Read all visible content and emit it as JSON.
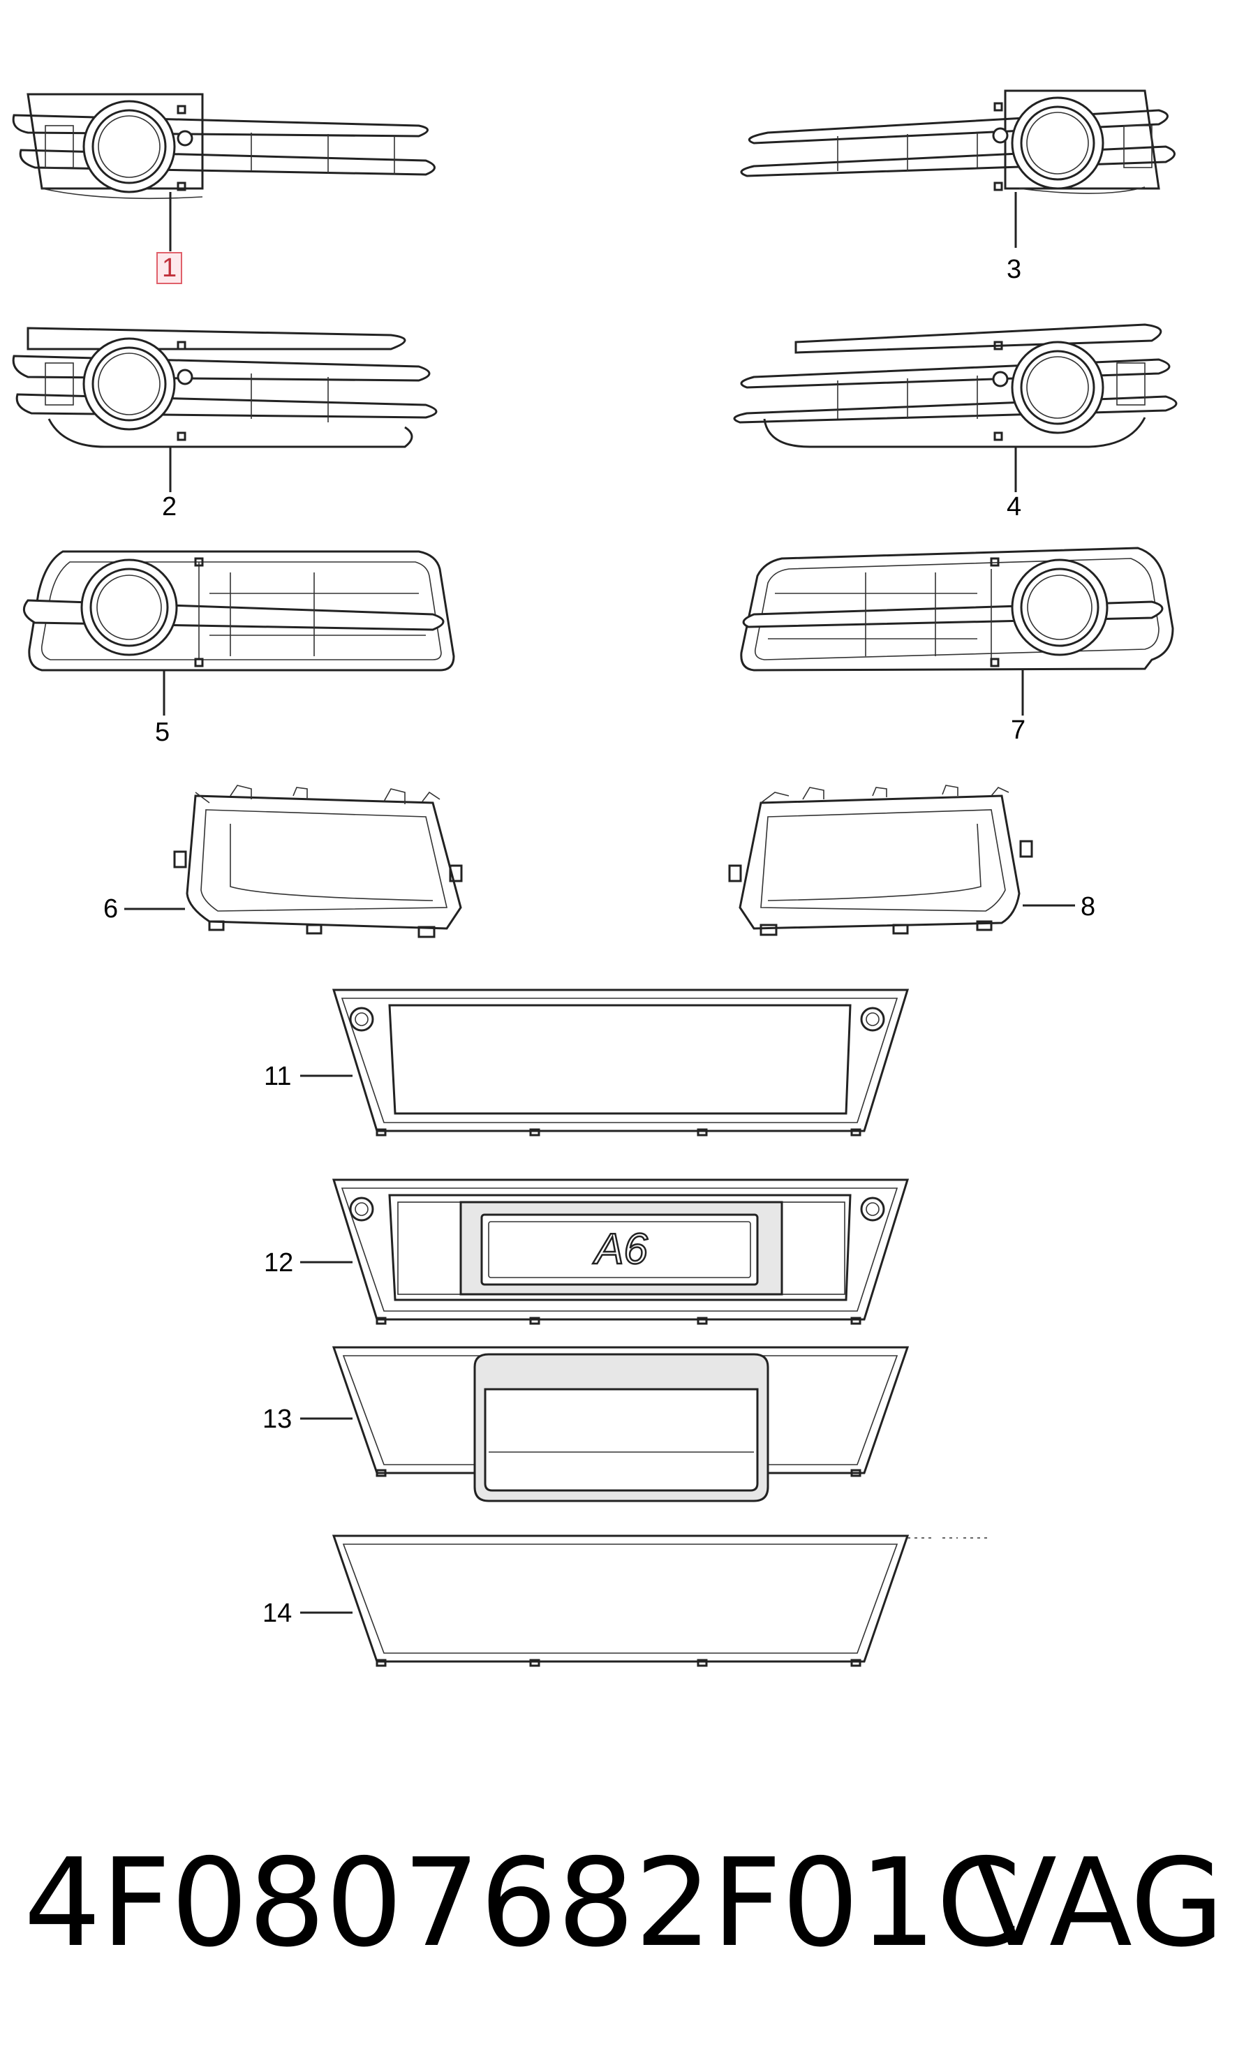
{
  "diagram": {
    "parts": [
      {
        "id": "1",
        "label": "1",
        "highlighted": true,
        "icon": "fog-light-grille-left-upper-icon"
      },
      {
        "id": "3",
        "label": "3",
        "highlighted": false,
        "icon": "fog-light-grille-right-upper-icon"
      },
      {
        "id": "2",
        "label": "2",
        "highlighted": false,
        "icon": "fog-light-grille-left-lower-icon"
      },
      {
        "id": "4",
        "label": "4",
        "highlighted": false,
        "icon": "fog-light-grille-right-lower-icon"
      },
      {
        "id": "5",
        "label": "5",
        "highlighted": false,
        "icon": "fog-light-grille-left-frame-icon"
      },
      {
        "id": "7",
        "label": "7",
        "highlighted": false,
        "icon": "fog-light-grille-right-frame-icon"
      },
      {
        "id": "6",
        "label": "6",
        "highlighted": false,
        "icon": "grille-bracket-left-icon"
      },
      {
        "id": "8",
        "label": "8",
        "highlighted": false,
        "icon": "grille-bracket-right-icon"
      },
      {
        "id": "11",
        "label": "11",
        "highlighted": false,
        "icon": "center-grille-open-icon"
      },
      {
        "id": "12",
        "label": "12",
        "highlighted": false,
        "icon": "center-grille-badge-icon"
      },
      {
        "id": "13",
        "label": "13",
        "highlighted": false,
        "icon": "center-grille-plate-holder-icon"
      },
      {
        "id": "14",
        "label": "14",
        "highlighted": false,
        "icon": "center-grille-plain-icon"
      }
    ],
    "badge_text": "A6",
    "highlight_color": "#e0606a"
  },
  "footer": {
    "part_number": "4F0807682F01C",
    "brand": "VAG"
  }
}
